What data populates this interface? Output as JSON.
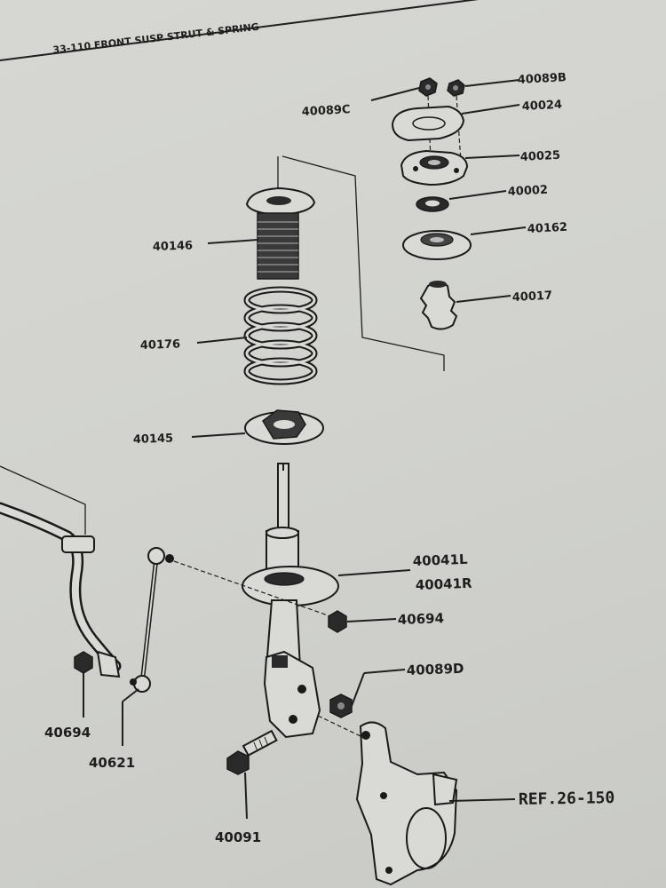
{
  "title": "33-110 FRONT SUSP STRUT & SPRING",
  "labels": {
    "p40089b": "40089B",
    "p40089c": "40089C",
    "p40024": "40024",
    "p40025": "40025",
    "p40002": "40002",
    "p40162": "40162",
    "p40017": "40017",
    "p40146": "40146",
    "p40176": "40176",
    "p40145": "40145",
    "p40041l": "40041L",
    "p40041r": "40041R",
    "p40694a": "40694",
    "p40089d": "40089D",
    "p40694b": "40694",
    "p40621": "40621",
    "p40091": "40091",
    "ref": "REF.26-150"
  }
}
